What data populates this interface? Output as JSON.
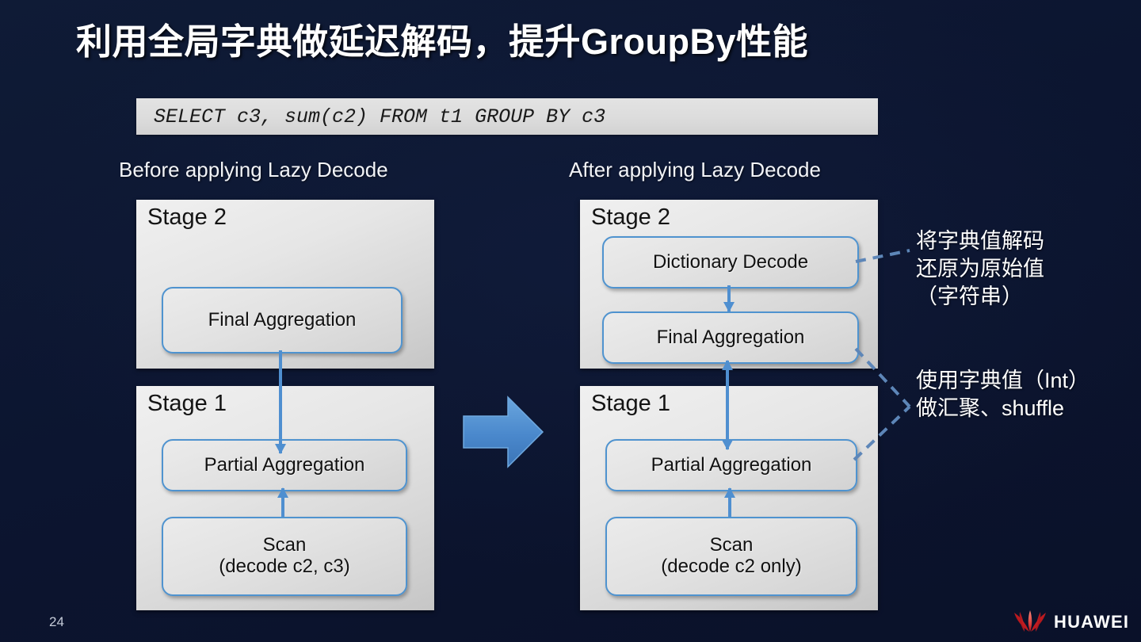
{
  "slide": {
    "title": "利用全局字典做延迟解码，提升GroupBy性能",
    "page_number": "24",
    "background_color": "#0d1730",
    "accent_color": "#4f8fd0"
  },
  "sql": {
    "query": "SELECT c3, sum(c2) FROM t1 GROUP BY c3"
  },
  "columns": {
    "left": {
      "caption": "Before applying Lazy Decode",
      "stages": [
        {
          "label": "Stage 2",
          "boxes": [
            {
              "text": "Final Aggregation"
            }
          ]
        },
        {
          "label": "Stage 1",
          "boxes": [
            {
              "text": "Partial Aggregation"
            },
            {
              "line1": "Scan",
              "line2": "(decode c2, c3)"
            }
          ]
        }
      ]
    },
    "right": {
      "caption": "After applying Lazy Decode",
      "stages": [
        {
          "label": "Stage 2",
          "boxes": [
            {
              "text": "Dictionary Decode"
            },
            {
              "text": "Final Aggregation"
            }
          ]
        },
        {
          "label": "Stage 1",
          "boxes": [
            {
              "text": "Partial Aggregation"
            },
            {
              "line1": "Scan",
              "line2": "(decode c2 only)"
            }
          ]
        }
      ]
    }
  },
  "annotations": [
    {
      "text": "将字典值解码\n还原为原始值\n（字符串）"
    },
    {
      "text": "使用字典值（Int）\n做汇聚、shuffle"
    }
  ],
  "footer": {
    "brand": "HUAWEI"
  }
}
